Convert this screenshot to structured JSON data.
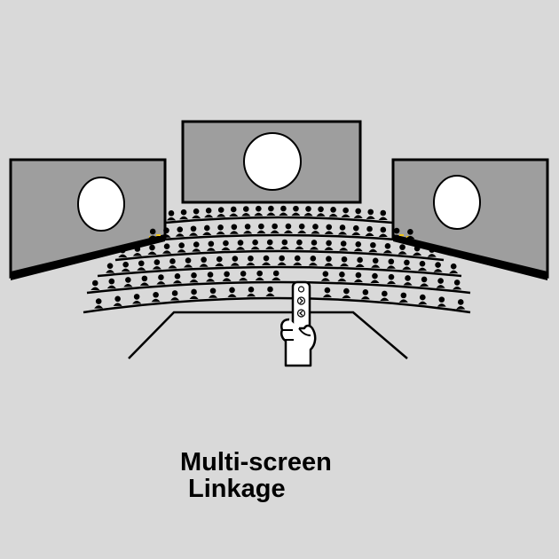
{
  "caption": {
    "line1": "Multi-screen",
    "line2": "Linkage"
  },
  "colors": {
    "background": "#d9d9d9",
    "screen_fill": "#9e9e9e",
    "screen_frame": "#000000",
    "spotlight": "#ffffff",
    "audience": "#000000",
    "status_light": "#f0c419"
  },
  "icons": {
    "screens": [
      "left-projection-screen",
      "center-projection-screen",
      "right-projection-screen"
    ],
    "remote": "remote-control-icon",
    "hand": "hand-icon",
    "remote_buttons": [
      "power-button-icon",
      "next-button-icon",
      "previous-button-icon"
    ]
  }
}
